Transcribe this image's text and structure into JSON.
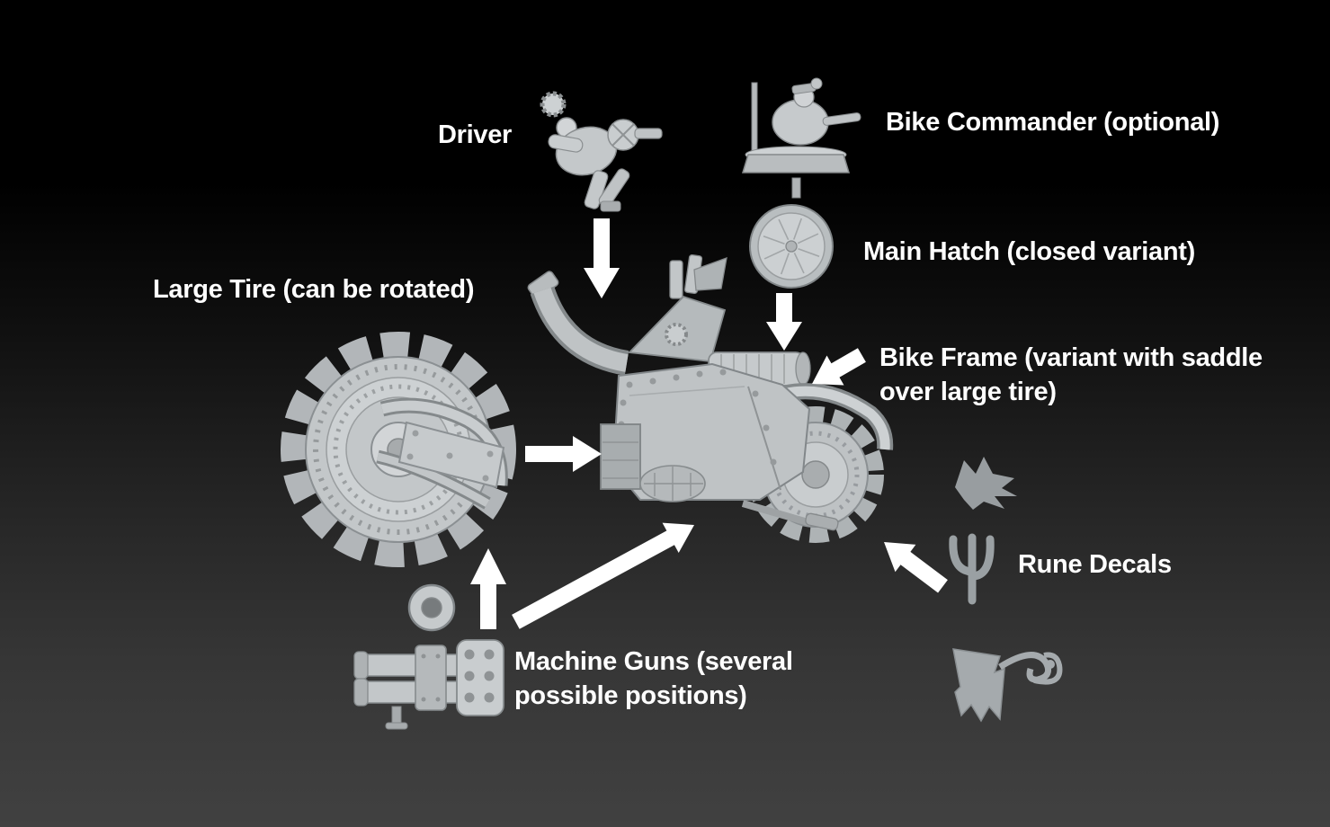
{
  "colors": {
    "background_top": "#000000",
    "background_bottom": "#414141",
    "label_text": "#ffffff",
    "arrow": "#ffffff",
    "part_light": "#cfd3d5",
    "part_mid": "#bfc3c5",
    "part_dark": "#8b9093"
  },
  "labels": {
    "driver": "Driver",
    "bike_commander": "Bike Commander (optional)",
    "main_hatch": "Main Hatch (closed variant)",
    "large_tire": "Large Tire (can be rotated)",
    "bike_frame_line1": "Bike Frame (variant with saddle",
    "bike_frame_line2": "over large tire)",
    "rune_decals": "Rune Decals",
    "machine_guns_line1": "Machine Guns (several",
    "machine_guns_line2": "possible positions)"
  }
}
